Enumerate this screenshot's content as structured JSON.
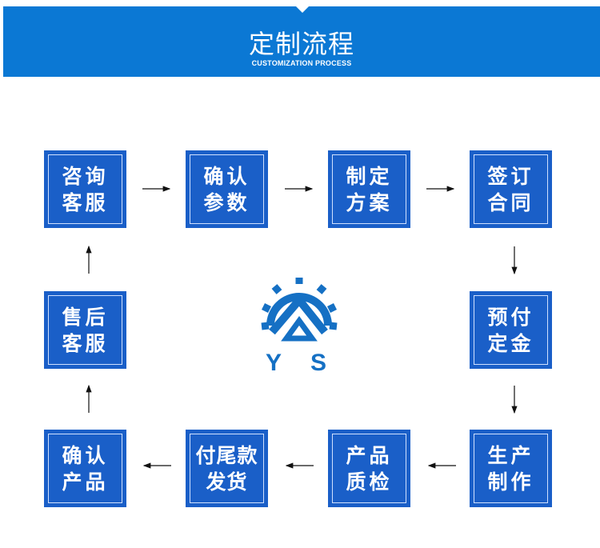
{
  "header": {
    "title": "定制流程",
    "subtitle": "CUSTOMIZATION PROCESS"
  },
  "colors": {
    "header": "#0b78d4",
    "box": "#1a5fc8",
    "logo": "#1570c4"
  },
  "steps": [
    {
      "label": "咨询客服"
    },
    {
      "label": "确认参数"
    },
    {
      "label": "制定方案"
    },
    {
      "label": "签订合同"
    },
    {
      "label": "预付定金"
    },
    {
      "label": "生产制作"
    },
    {
      "label": "产品质检"
    },
    {
      "label": "付尾款发货"
    },
    {
      "label": "确认产品"
    },
    {
      "label": "售后客服"
    }
  ],
  "logo": {
    "text": "Y S"
  }
}
